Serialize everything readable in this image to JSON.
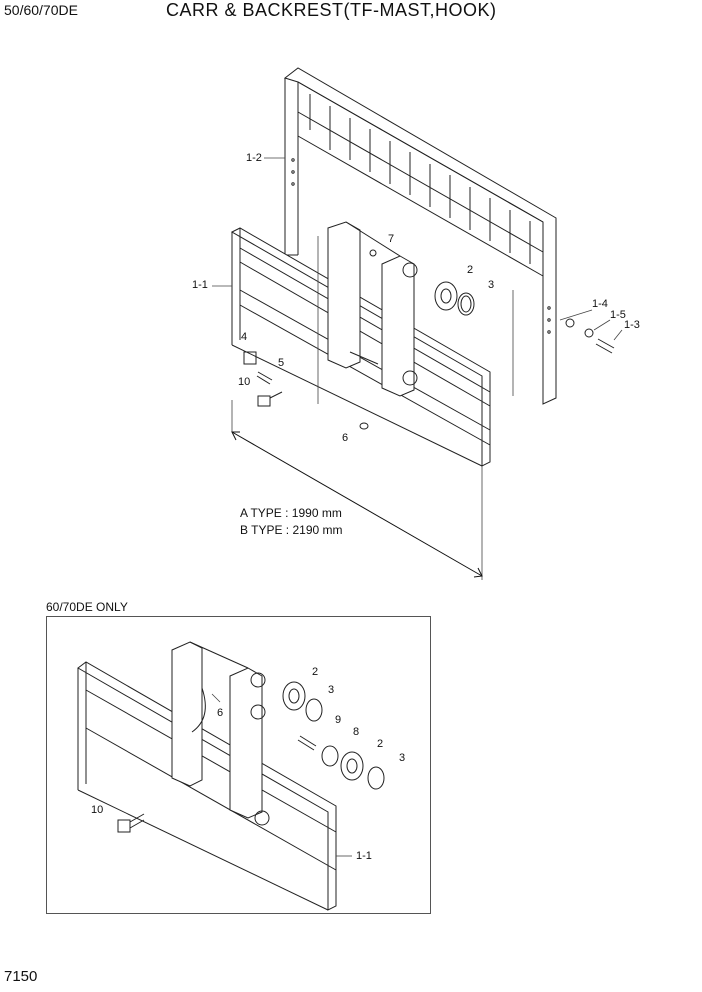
{
  "header": {
    "model": "50/60/70DE",
    "title": "CARR & BACKREST(TF-MAST,HOOK)"
  },
  "footer": {
    "page_number": "7150"
  },
  "main_diagram": {
    "callouts": [
      "1-2",
      "1-1",
      "7",
      "2",
      "3",
      "1-4",
      "1-5",
      "1-3",
      "4",
      "5",
      "10",
      "6"
    ],
    "dimension_note": {
      "a_type": "A TYPE : 1990 mm",
      "b_type": "B TYPE : 2190 mm"
    }
  },
  "inset": {
    "label": "60/70DE ONLY",
    "callouts": [
      "2",
      "3",
      "6",
      "9",
      "8",
      "2",
      "3",
      "10",
      "1-1"
    ]
  }
}
